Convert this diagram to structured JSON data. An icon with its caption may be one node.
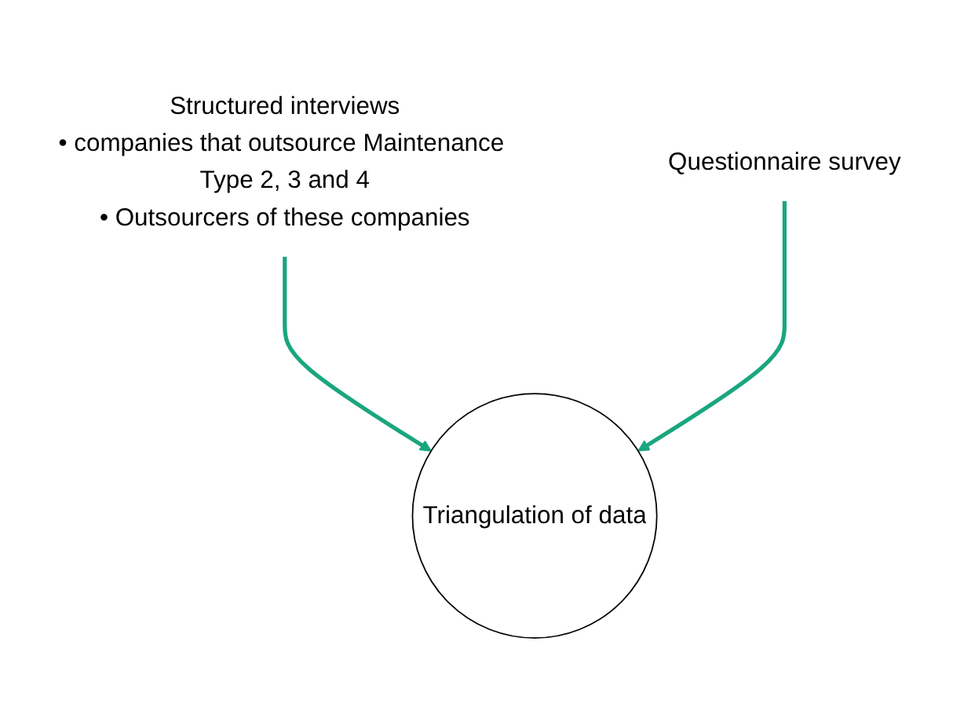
{
  "diagram": {
    "nodes": [
      {
        "text": [
          "Structured interviews",
          "• companies that outsource Maintenance Type 2, 3 and 4",
          "• Outsourcers of these companies"
        ]
      },
      {
        "text": [
          "Triangulation of data"
        ]
      },
      {
        "text": [
          "Questionnaire survey"
        ]
      }
    ],
    "edges": [
      {
        "from": 0,
        "to": 1,
        "arrow": "to",
        "color": "#1aa67f"
      },
      {
        "from": 2,
        "to": 1,
        "arrow": "to",
        "color": "#1aa67f"
      }
    ]
  }
}
